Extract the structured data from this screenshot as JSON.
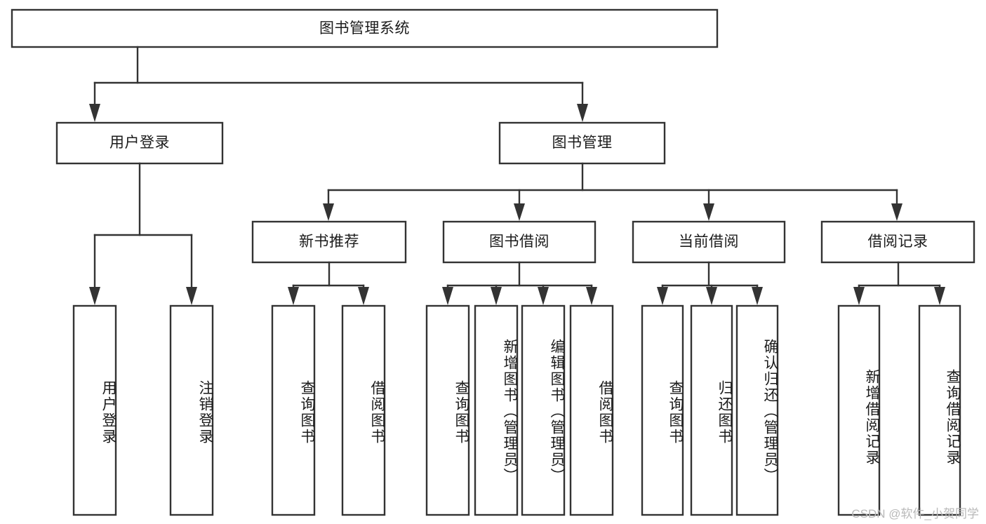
{
  "diagram": {
    "title": "图书管理系统",
    "type": "hierarchy-tree",
    "watermark": "CSDN @软件_小贺同学",
    "colors": {
      "box_fill": "#ffffff",
      "box_stroke": "#333333",
      "text": "#1b1b1b",
      "background": "#ffffff",
      "watermark": "#b9b9b9"
    },
    "nodes": {
      "root": {
        "label": "图书管理系统",
        "level": 0
      },
      "l1": [
        {
          "id": "user_login",
          "label": "用户登录",
          "level": 1
        },
        {
          "id": "book_manage",
          "label": "图书管理",
          "level": 1
        }
      ],
      "l2": [
        {
          "id": "new_book_rec",
          "label": "新书推荐",
          "level": 2,
          "parent": "book_manage"
        },
        {
          "id": "book_borrow",
          "label": "图书借阅",
          "level": 2,
          "parent": "book_manage"
        },
        {
          "id": "current_borrow",
          "label": "当前借阅",
          "level": 2,
          "parent": "book_manage"
        },
        {
          "id": "borrow_record",
          "label": "借阅记录",
          "level": 2,
          "parent": "book_manage"
        }
      ],
      "leaves": [
        {
          "id": "leaf_user_login",
          "label": "用户登录",
          "parent": "user_login"
        },
        {
          "id": "leaf_logout",
          "label": "注销登录",
          "parent": "user_login"
        },
        {
          "id": "leaf_query_book_1",
          "label": "查询图书",
          "parent": "new_book_rec"
        },
        {
          "id": "leaf_borrow_book_1",
          "label": "借阅图书",
          "parent": "new_book_rec"
        },
        {
          "id": "leaf_query_book_2",
          "label": "查询图书",
          "parent": "book_borrow"
        },
        {
          "id": "leaf_add_book",
          "label": "新增图书（管理员）",
          "parent": "book_borrow"
        },
        {
          "id": "leaf_edit_book",
          "label": "编辑图书（管理员）",
          "parent": "book_borrow"
        },
        {
          "id": "leaf_borrow_book_2",
          "label": "借阅图书",
          "parent": "book_borrow"
        },
        {
          "id": "leaf_query_book_3",
          "label": "查询图书",
          "parent": "current_borrow"
        },
        {
          "id": "leaf_return_book",
          "label": "归还图书",
          "parent": "current_borrow"
        },
        {
          "id": "leaf_confirm_return",
          "label": "确认归还（管理员）",
          "parent": "current_borrow"
        },
        {
          "id": "leaf_add_record",
          "label": "新增借阅记录",
          "parent": "borrow_record"
        },
        {
          "id": "leaf_query_record",
          "label": "查询借阅记录",
          "parent": "borrow_record"
        }
      ]
    }
  }
}
